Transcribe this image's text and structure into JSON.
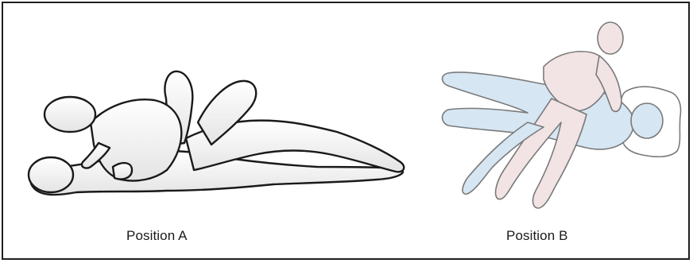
{
  "figure": {
    "panels": [
      {
        "id": "A",
        "caption": "Position A",
        "description_icon": "side-lying-pair-illustration"
      },
      {
        "id": "B",
        "caption": "Position B",
        "description_icon": "prone-pair-with-pillow-illustration"
      }
    ],
    "colors": {
      "border": "#1f1f1f",
      "outline": "#1a1a1a",
      "shade_gray": "#e6e6e6",
      "shade_blue": "#d6e6f3",
      "shade_pink": "#f2e4e4",
      "outline_b": "#7a7a7a"
    }
  }
}
